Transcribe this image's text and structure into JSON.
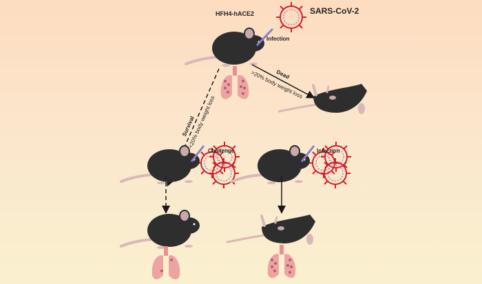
{
  "diagram": {
    "model_label": "HFH4-hACE2",
    "virus_label": "SARS-CoV-2",
    "initial_step": "Infection",
    "dead_branch": {
      "label": "Dead",
      "criterion": ">20% body weight loss"
    },
    "survival_branch": {
      "label": "Survival",
      "criterion": "<20% body weight loss"
    },
    "challenge_label": "Challenge",
    "control_infection_label": "Infection"
  },
  "colors": {
    "mouse": "#2e2e2e",
    "mouse_pink": "#d8b8b8",
    "lung": "#eea3a3",
    "virus": "#d11f26",
    "arrow": "#1a1a1a"
  }
}
